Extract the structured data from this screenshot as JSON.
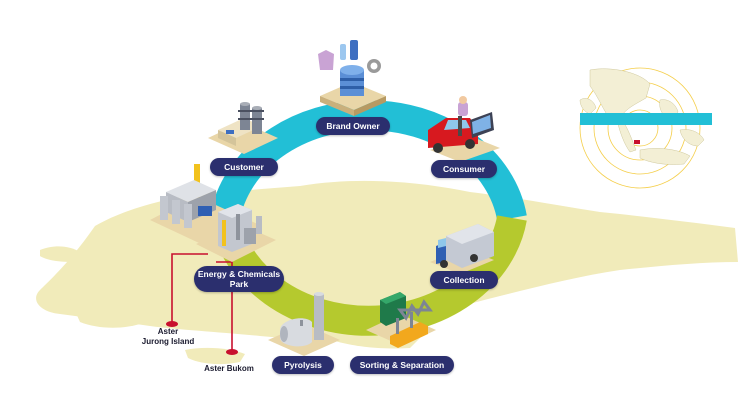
{
  "colors": {
    "ring_top": "#22bfd6",
    "ring_bottom": "#b5c92e",
    "land": "#f1ebba",
    "label_bg": "#2b2f6e",
    "marker": "#c8102e"
  },
  "stages": [
    {
      "id": "brand-owner",
      "label": "Brand Owner",
      "icon": "product-bottles-icon"
    },
    {
      "id": "consumer",
      "label": "Consumer",
      "icon": "car-laptop-icon"
    },
    {
      "id": "collection",
      "label": "Collection",
      "icon": "truck-icon"
    },
    {
      "id": "sorting",
      "label": "Sorting & Separation",
      "icon": "sorting-machine-icon"
    },
    {
      "id": "pyrolysis",
      "label": "Pyrolysis",
      "icon": "pyrolysis-tank-icon"
    },
    {
      "id": "energy-park",
      "label_line1": "Energy & Chemicals",
      "label_line2": "Park",
      "icon": "refinery-icon"
    },
    {
      "id": "customer",
      "label": "Customer",
      "icon": "factory-silos-icon"
    }
  ],
  "locations": [
    {
      "id": "jurong",
      "line1": "Aster",
      "line2": "Jurong Island"
    },
    {
      "id": "bukom",
      "line1": "Aster Bukom"
    }
  ],
  "inset_map": {
    "icon": "southeast-asia-map-icon"
  }
}
